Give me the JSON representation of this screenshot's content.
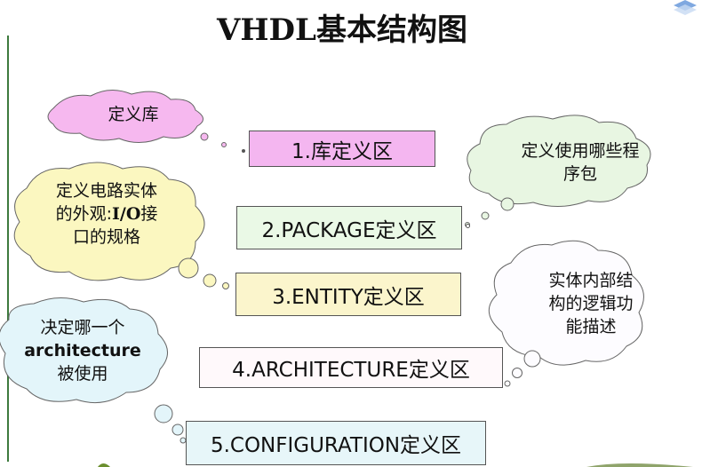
{
  "title": "VHDL基本结构图",
  "boxes": {
    "library": "1.库定义区",
    "package": "2.PACKAGE定义区",
    "entity": "3.ENTITY定义区",
    "architecture": "4.ARCHITECTURE定义区",
    "configuration": "5.CONFIGURATION定义区"
  },
  "clouds": {
    "library_note": "定义库",
    "entity_note": {
      "line1": "定义电路实体",
      "line2_pre": "的外观:",
      "line2_bold": "I/O",
      "line2_post": "接",
      "line3": "口的规格"
    },
    "config_note": {
      "line1": "决定哪一个",
      "line2": "architecture",
      "line3": "被使用"
    },
    "package_note": {
      "line1": "定义使用哪些程",
      "line2": "序包"
    },
    "architecture_note": {
      "line1": "实体内部结",
      "line2": "构的逻辑功",
      "line3": "能描述"
    }
  },
  "colors": {
    "pink": "#f4b6f0",
    "lightgreen": "#eaf9e6",
    "lightyellow": "#fbf5cc",
    "lightpink": "#fff9fb",
    "lightcyan": "#e7f6f9",
    "cloud_pink": "#f6b8ef",
    "cloud_yellow": "#fbf7c0",
    "cloud_blue": "#e3f5fa",
    "cloud_green": "#e8f6e2",
    "cloud_white": "#fdfcff"
  }
}
